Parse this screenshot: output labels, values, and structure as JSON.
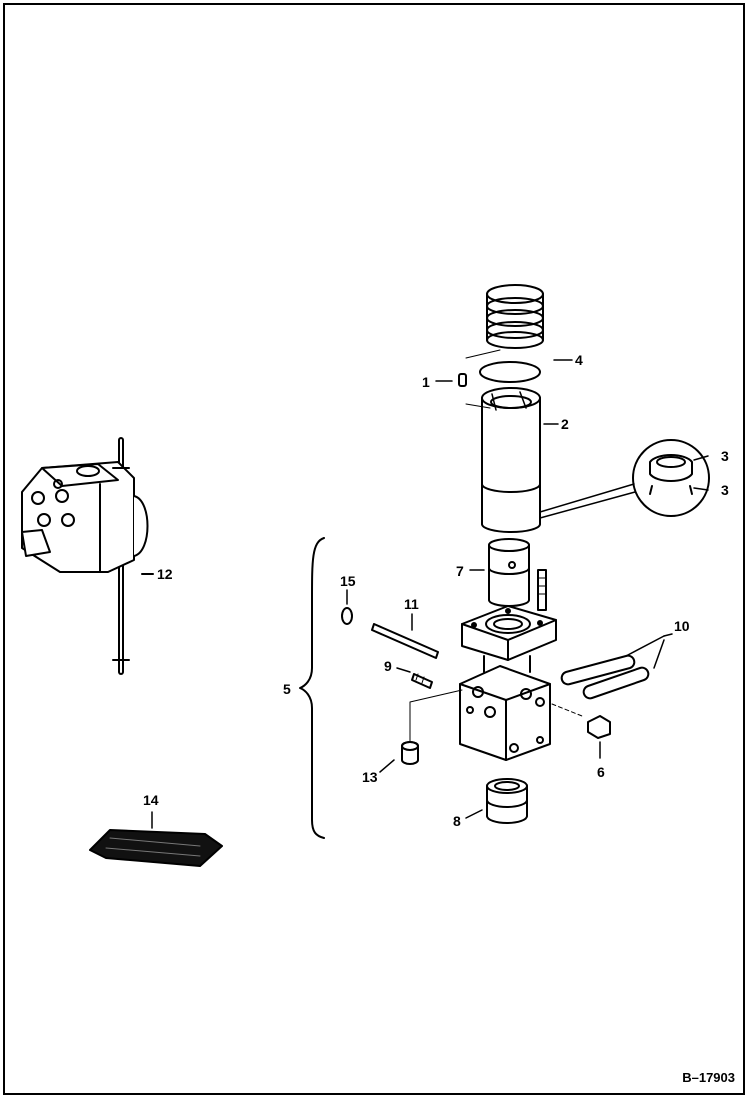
{
  "figure": {
    "code": "B–17903"
  },
  "callouts": [
    {
      "id": "c1",
      "text": "1"
    },
    {
      "id": "c2",
      "text": "2"
    },
    {
      "id": "c3a",
      "text": "3"
    },
    {
      "id": "c3b",
      "text": "3"
    },
    {
      "id": "c4",
      "text": "4"
    },
    {
      "id": "c5",
      "text": "5"
    },
    {
      "id": "c6",
      "text": "6"
    },
    {
      "id": "c7",
      "text": "7"
    },
    {
      "id": "c8",
      "text": "8"
    },
    {
      "id": "c9",
      "text": "9"
    },
    {
      "id": "c10",
      "text": "10"
    },
    {
      "id": "c11",
      "text": "11"
    },
    {
      "id": "c12",
      "text": "12"
    },
    {
      "id": "c13",
      "text": "13"
    },
    {
      "id": "c14",
      "text": "14"
    },
    {
      "id": "c15",
      "text": "15"
    }
  ]
}
